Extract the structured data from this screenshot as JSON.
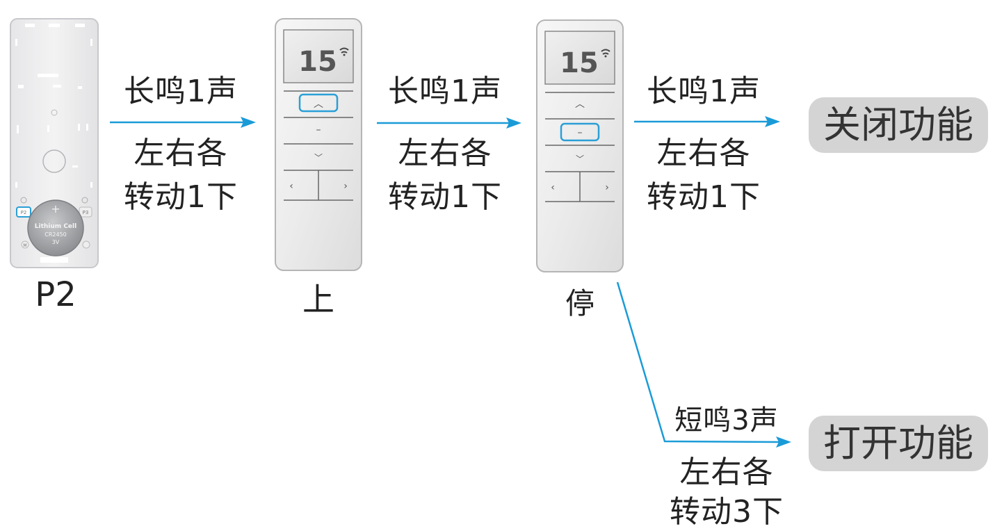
{
  "steps": [
    {
      "caption": "P2"
    },
    {
      "caption": "上"
    },
    {
      "caption": "停"
    }
  ],
  "transitions": [
    {
      "beep": "长鸣1声",
      "action_line1": "左右各",
      "action_line2": "转动1下"
    },
    {
      "beep": "长鸣1声",
      "action_line1": "左右各",
      "action_line2": "转动1下"
    },
    {
      "beep": "长鸣1声",
      "action_line1": "左右各",
      "action_line2": "转动1下"
    },
    {
      "beep": "短鸣3声",
      "action_line1": "左右各",
      "action_line2": "转动3下"
    }
  ],
  "results": {
    "close": "关闭功能",
    "open": "打开功能"
  },
  "remote": {
    "display_digits": "15",
    "up_symbol": "︿",
    "stop_symbol": "–",
    "down_symbol": "﹀",
    "left_symbol": "‹",
    "right_symbol": "›"
  },
  "back_panel": {
    "battery_line1": "Lithium Cell",
    "battery_line2": "CR2450",
    "battery_line3": "3V",
    "p2_label": "P2",
    "p3_label": "P3",
    "m_label": "M"
  },
  "colors": {
    "arrow": "#1a9bd7",
    "highlight": "#2a9fd6",
    "pill": "#d4d4d4"
  }
}
